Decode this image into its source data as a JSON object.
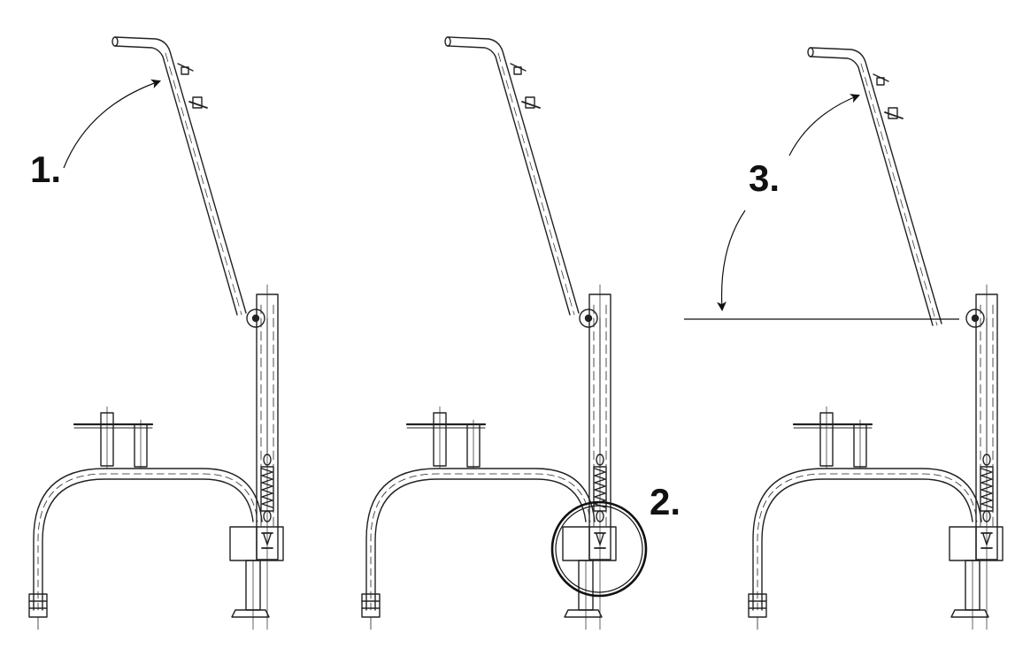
{
  "steps": [
    {
      "label": "1."
    },
    {
      "label": "2."
    },
    {
      "label": "3."
    }
  ],
  "style": {
    "line_color": "#222222",
    "background": "#ffffff"
  },
  "icons": {
    "step1": "curved-arrow-icon",
    "step2": "highlight-circle-icon",
    "step3": "double-curved-arrow-icon"
  }
}
